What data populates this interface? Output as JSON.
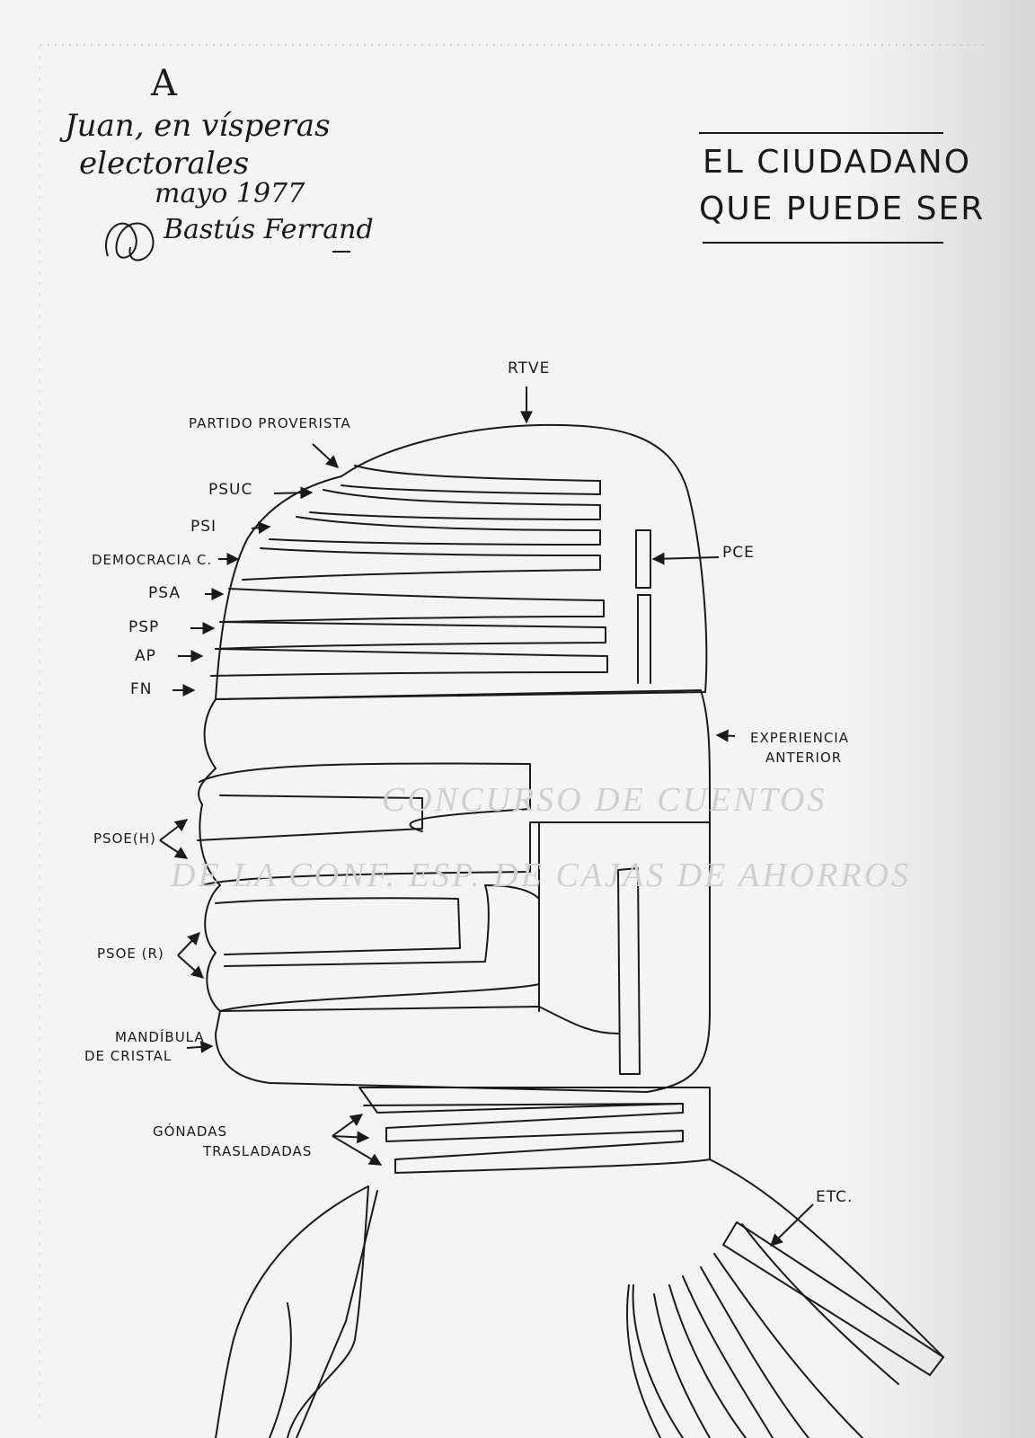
{
  "dedication": {
    "mark": "A",
    "line1": "Juan, en vísperas",
    "line2": "electorales",
    "line3": "mayo 1977",
    "signature": "Bastús Ferrand"
  },
  "title": {
    "line1": "EL CIUDADANO",
    "line2": "QUE PUEDE SER"
  },
  "watermark": {
    "line1": "CONCURSO DE CUENTOS",
    "line2": "DE LA CONF. ESP. DE CAJAS DE AHORROS"
  },
  "labels": {
    "rtve": "RTVE",
    "partido_proverista": "PARTIDO PROVERISTA",
    "psuc": "PSUC",
    "psi": "PSI",
    "democracia_c": "DEMOCRACIA C.",
    "psa": "PSA",
    "psp": "PSP",
    "ap": "AP",
    "fn": "FN",
    "pce": "PCE",
    "experiencia_line1": "EXPERIENCIA",
    "experiencia_line2": "ANTERIOR",
    "psoe_h": "PSOE(H)",
    "psoe_r": "PSOE (R)",
    "mandibula_line1": "MANDÍBULA",
    "mandibula_line2": "DE CRISTAL",
    "gonadas_line1": "GÓNADAS",
    "gonadas_line2": "TRASLADADAS",
    "etc": "ETC."
  },
  "colors": {
    "ink": "#1a1a1a",
    "paper": "#f4f4f4",
    "shadow": "#d9d9d9",
    "ghost": "#cfcfcf"
  }
}
